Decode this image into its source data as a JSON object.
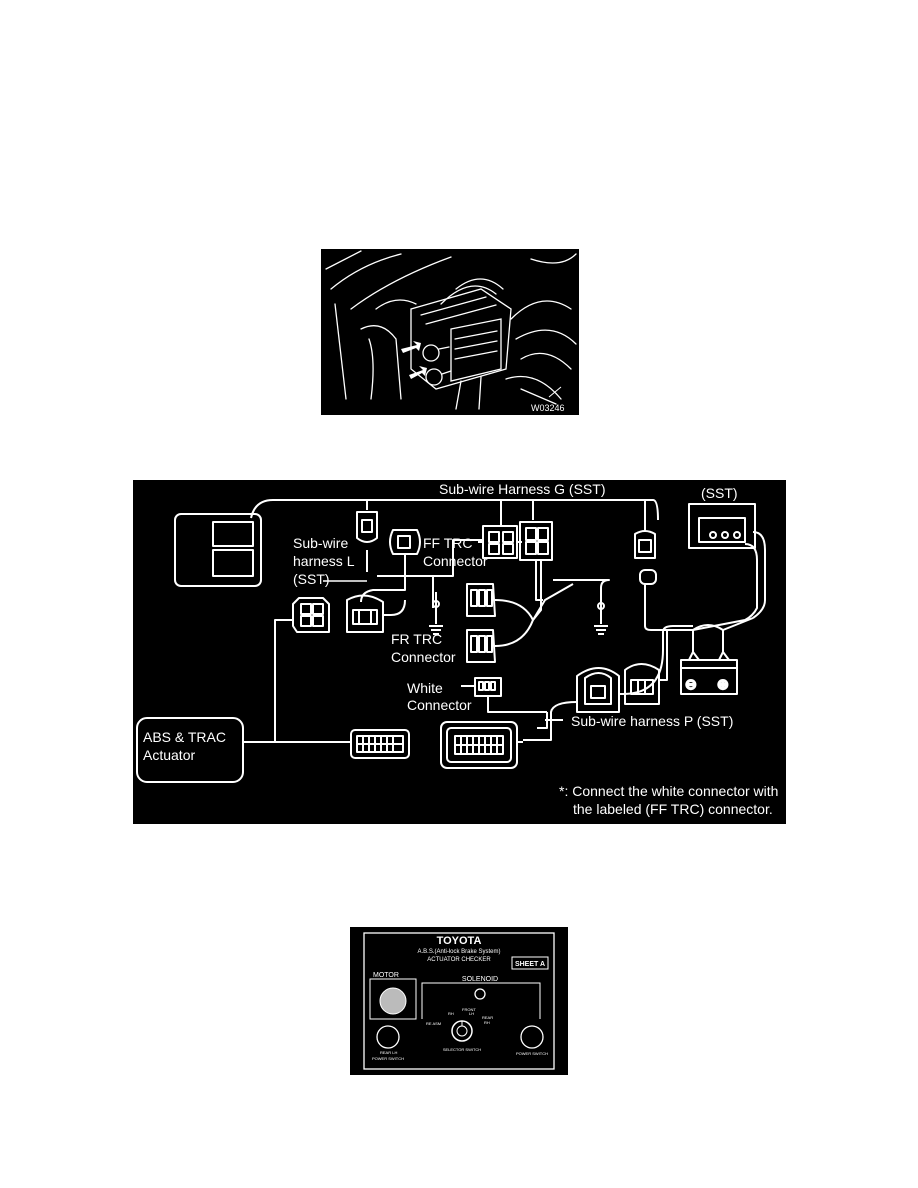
{
  "photo": {
    "code": "W03246"
  },
  "wiring": {
    "harness_g": "Sub-wire Harness G (SST)",
    "sst": "(SST)",
    "harness_l": [
      "Sub-wire",
      "harness L",
      "(SST)"
    ],
    "ff_trc": [
      "FF TRC",
      "Connector"
    ],
    "fr_trc": [
      "FR TRC",
      "Connector"
    ],
    "white": [
      "White",
      "Connector"
    ],
    "harness_p": "Sub-wire harness P (SST)",
    "actuator": [
      "ABS & TRAC",
      "Actuator"
    ],
    "note": [
      "*: Connect the white connector with",
      "the labeled (FF TRC) connector."
    ],
    "battery_neg": "⊖",
    "battery_pos": "⊕"
  },
  "checker": {
    "brand": "TOYOTA",
    "system": "A.B.S.(Anti-lock Brake System)",
    "device": "ACTUATOR CHECKER",
    "sheet": "SHEET A",
    "motor": "MOTOR",
    "solenoid": "SOLENOID",
    "front": "FRONT",
    "rh": "RH",
    "lh": "LH",
    "rear": "REAR",
    "rh2": "RH",
    "re_asm": "RE ASM",
    "rear_lh": "REAR LH",
    "power_switch_left": "POWER SWITCH",
    "selector_switch": "SELECTOR SWITCH",
    "power_switch_right": "POWER SWITCH"
  }
}
